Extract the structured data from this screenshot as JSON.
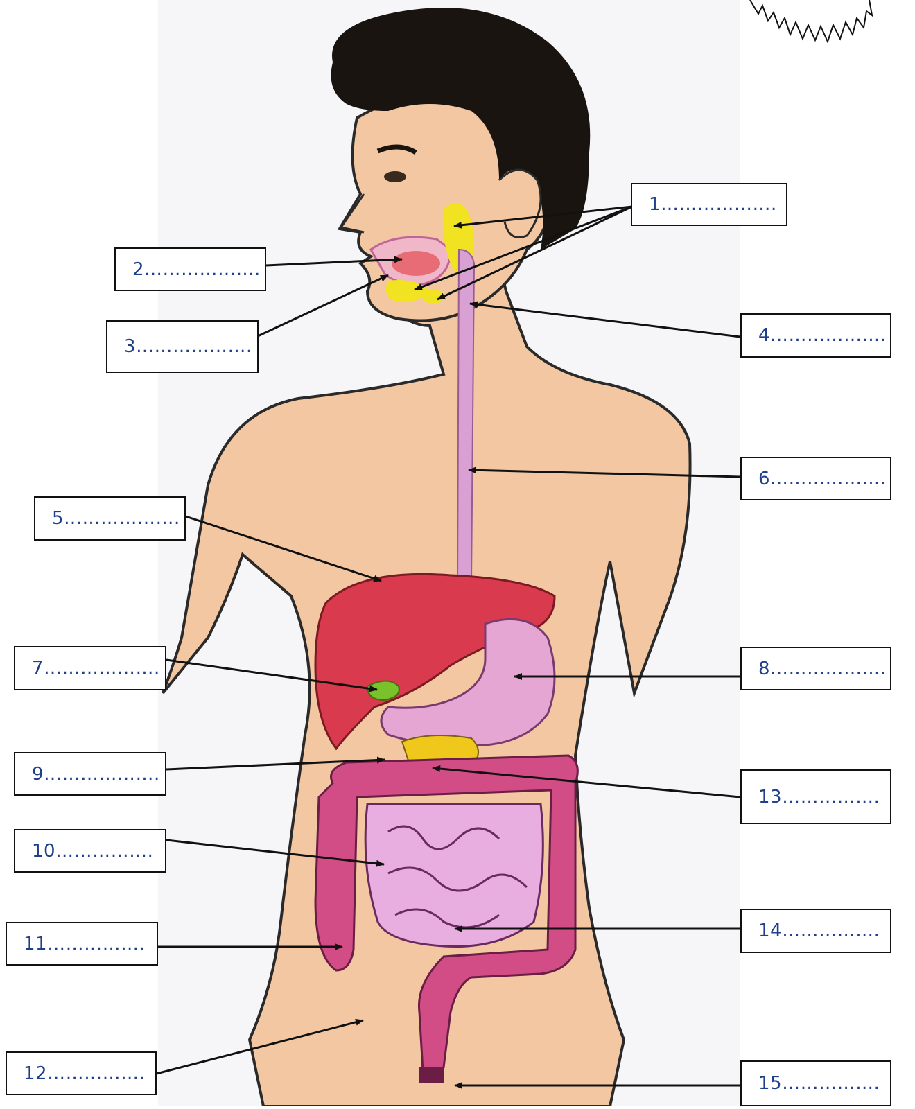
{
  "diagram": {
    "labels": [
      {
        "id": "1",
        "text": "1………………."
      },
      {
        "id": "2",
        "text": "2………………."
      },
      {
        "id": "3",
        "text": "3………………."
      },
      {
        "id": "4",
        "text": "4………………."
      },
      {
        "id": "5",
        "text": "5………………."
      },
      {
        "id": "6",
        "text": "6………………."
      },
      {
        "id": "7",
        "text": "7………………."
      },
      {
        "id": "8",
        "text": "8………………."
      },
      {
        "id": "9",
        "text": "9………………."
      },
      {
        "id": "10",
        "text": "10……………."
      },
      {
        "id": "11",
        "text": "11……………."
      },
      {
        "id": "12",
        "text": "12……………."
      },
      {
        "id": "13",
        "text": "13……………."
      },
      {
        "id": "14",
        "text": "14……………."
      },
      {
        "id": "15",
        "text": "15……………."
      }
    ]
  },
  "colors": {
    "skin": "#f3c7a2",
    "skin_outline": "#2a2a2a",
    "hair": "#1a1410",
    "liver": "#d93a4e",
    "stomach": "#e6a6d4",
    "esophagus": "#d9a0d4",
    "salivary_glands": "#f2e322",
    "pancreas": "#f0c81c",
    "gallbladder": "#7ac22a",
    "large_intestine": "#d24d86",
    "small_intestine": "#e8aee0",
    "label_text": "#1f3f8a"
  }
}
